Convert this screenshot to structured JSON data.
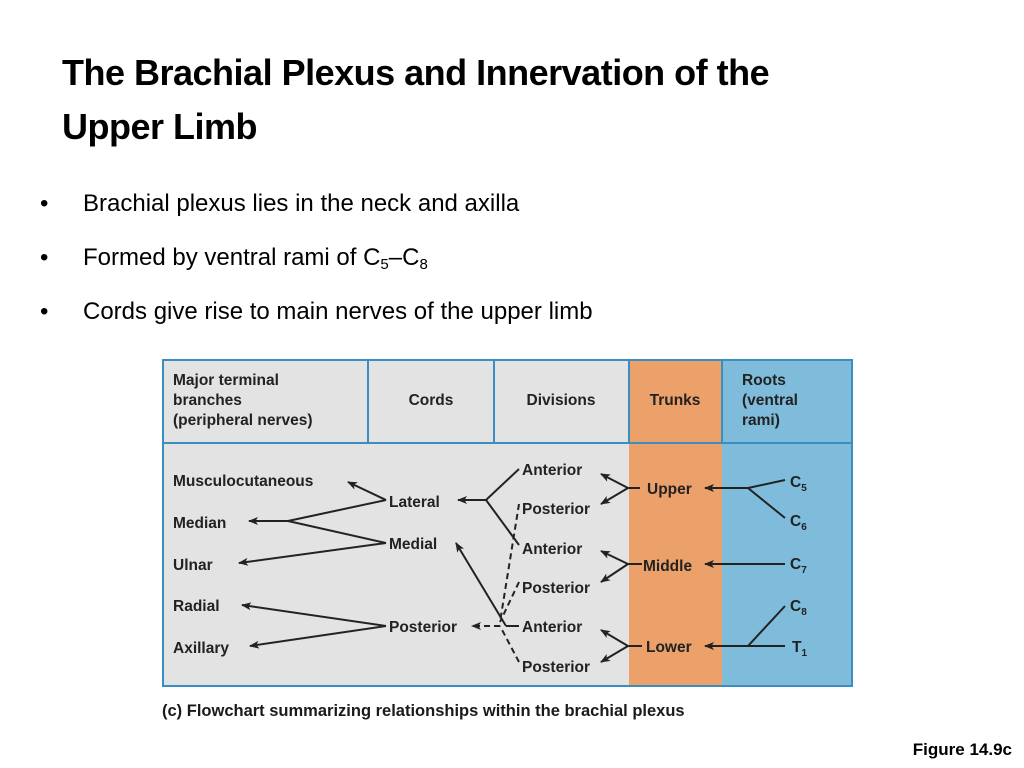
{
  "slide": {
    "title_line1": "The Brachial Plexus and Innervation of the",
    "title_line2": "Upper Limb",
    "bullets": [
      {
        "text": "Brachial plexus lies in the neck and axilla"
      },
      {
        "text_prefix": "Formed by ventral rami of C",
        "sub1": "5",
        "dash": "–C",
        "sub2": "8"
      },
      {
        "text": "Cords give rise to main nerves of the upper limb"
      }
    ],
    "bullet_char": "•"
  },
  "figure": {
    "headers": {
      "branches": [
        "Major terminal",
        "branches",
        "(peripheral nerves)"
      ],
      "cords": "Cords",
      "divisions": "Divisions",
      "trunks": "Trunks",
      "roots": [
        "Roots",
        "(ventral",
        "rami)"
      ]
    },
    "branches": [
      "Musculocutaneous",
      "Median",
      "Ulnar",
      "Radial",
      "Axillary"
    ],
    "cords": [
      "Lateral",
      "Medial",
      "Posterior"
    ],
    "divisions": [
      "Anterior",
      "Posterior",
      "Anterior",
      "Posterior",
      "Anterior",
      "Posterior"
    ],
    "trunks": [
      "Upper",
      "Middle",
      "Lower"
    ],
    "roots": [
      {
        "letter": "C",
        "num": "5"
      },
      {
        "letter": "C",
        "num": "6"
      },
      {
        "letter": "C",
        "num": "7"
      },
      {
        "letter": "C",
        "num": "8"
      },
      {
        "letter": "T",
        "num": "1"
      }
    ],
    "colors": {
      "panel_gray": "#e3e3e3",
      "trunks_orange": "#eca06a",
      "roots_blue": "#7fbcdb",
      "border_blue": "#3a8fc0",
      "line_dark": "#222222"
    },
    "caption": "(c) Flowchart summarizing relationships within the brachial plexus",
    "figure_ref": "Figure 14.9c"
  }
}
